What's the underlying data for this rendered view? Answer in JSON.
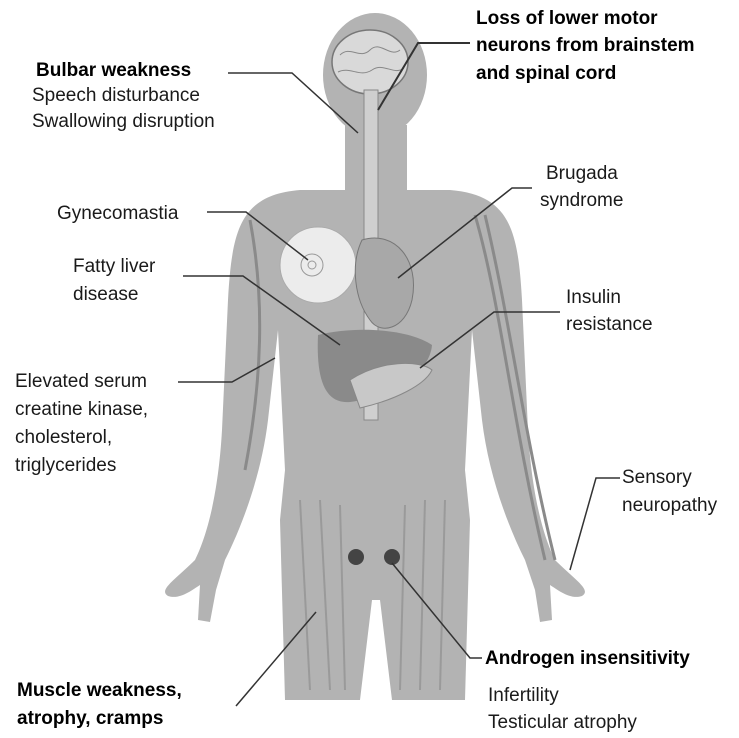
{
  "labels": {
    "bulbar_title": "Bulbar weakness",
    "bulbar_line1": "Speech disturbance",
    "bulbar_line2": "Swallowing disruption",
    "motor_line1": "Loss of lower motor",
    "motor_line2": "neurons from brainstem",
    "motor_line3": "and spinal cord",
    "gynecomastia": "Gynecomastia",
    "brugada_line1": "Brugada",
    "brugada_line2": "syndrome",
    "fatty_line1": "Fatty liver",
    "fatty_line2": "disease",
    "insulin_line1": "Insulin",
    "insulin_line2": "resistance",
    "serum_line1": "Elevated serum",
    "serum_line2": "creatine kinase,",
    "serum_line3": "cholesterol,",
    "serum_line4": "triglycerides",
    "sensory_line1": "Sensory",
    "sensory_line2": "neuropathy",
    "muscle_line1": "Muscle weakness,",
    "muscle_line2": "atrophy, cramps",
    "androgen_title": "Androgen insensitivity",
    "androgen_line1": "Infertility",
    "androgen_line2": "Testicular atrophy"
  },
  "colors": {
    "body": "#b3b3b3",
    "organ": "#8f8f8f",
    "organ_light": "#cfcfcf",
    "line": "#333333"
  }
}
